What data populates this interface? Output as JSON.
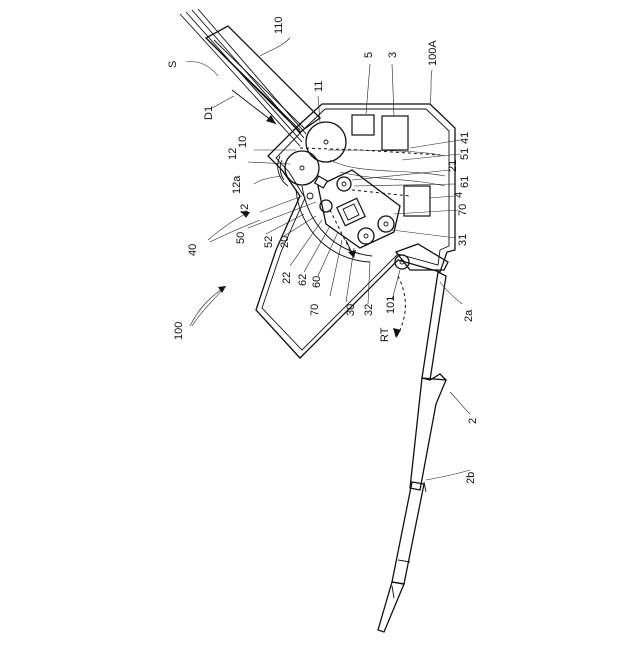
{
  "labels": {
    "l110": "110",
    "lS": "S",
    "l5": "5",
    "l3": "3",
    "l100A": "100A",
    "lD1": "D1",
    "l11": "11",
    "l10": "10",
    "l12": "12",
    "l41": "41",
    "l51": "51",
    "l21": "21",
    "l61": "61",
    "l12a": "12a",
    "l4": "4",
    "l70r": "70",
    "l42": "42",
    "l40": "40",
    "l50": "50",
    "l52": "52",
    "l20": "20",
    "l31": "31",
    "l22": "22",
    "l62": "62",
    "l60": "60",
    "l101": "101",
    "l100": "100",
    "l70l": "70",
    "l30": "30",
    "l32": "32",
    "l2a": "2a",
    "lRT": "RT",
    "l2": "2",
    "l2b": "2b"
  },
  "colors": {
    "line": "#111111",
    "background": "#ffffff"
  }
}
